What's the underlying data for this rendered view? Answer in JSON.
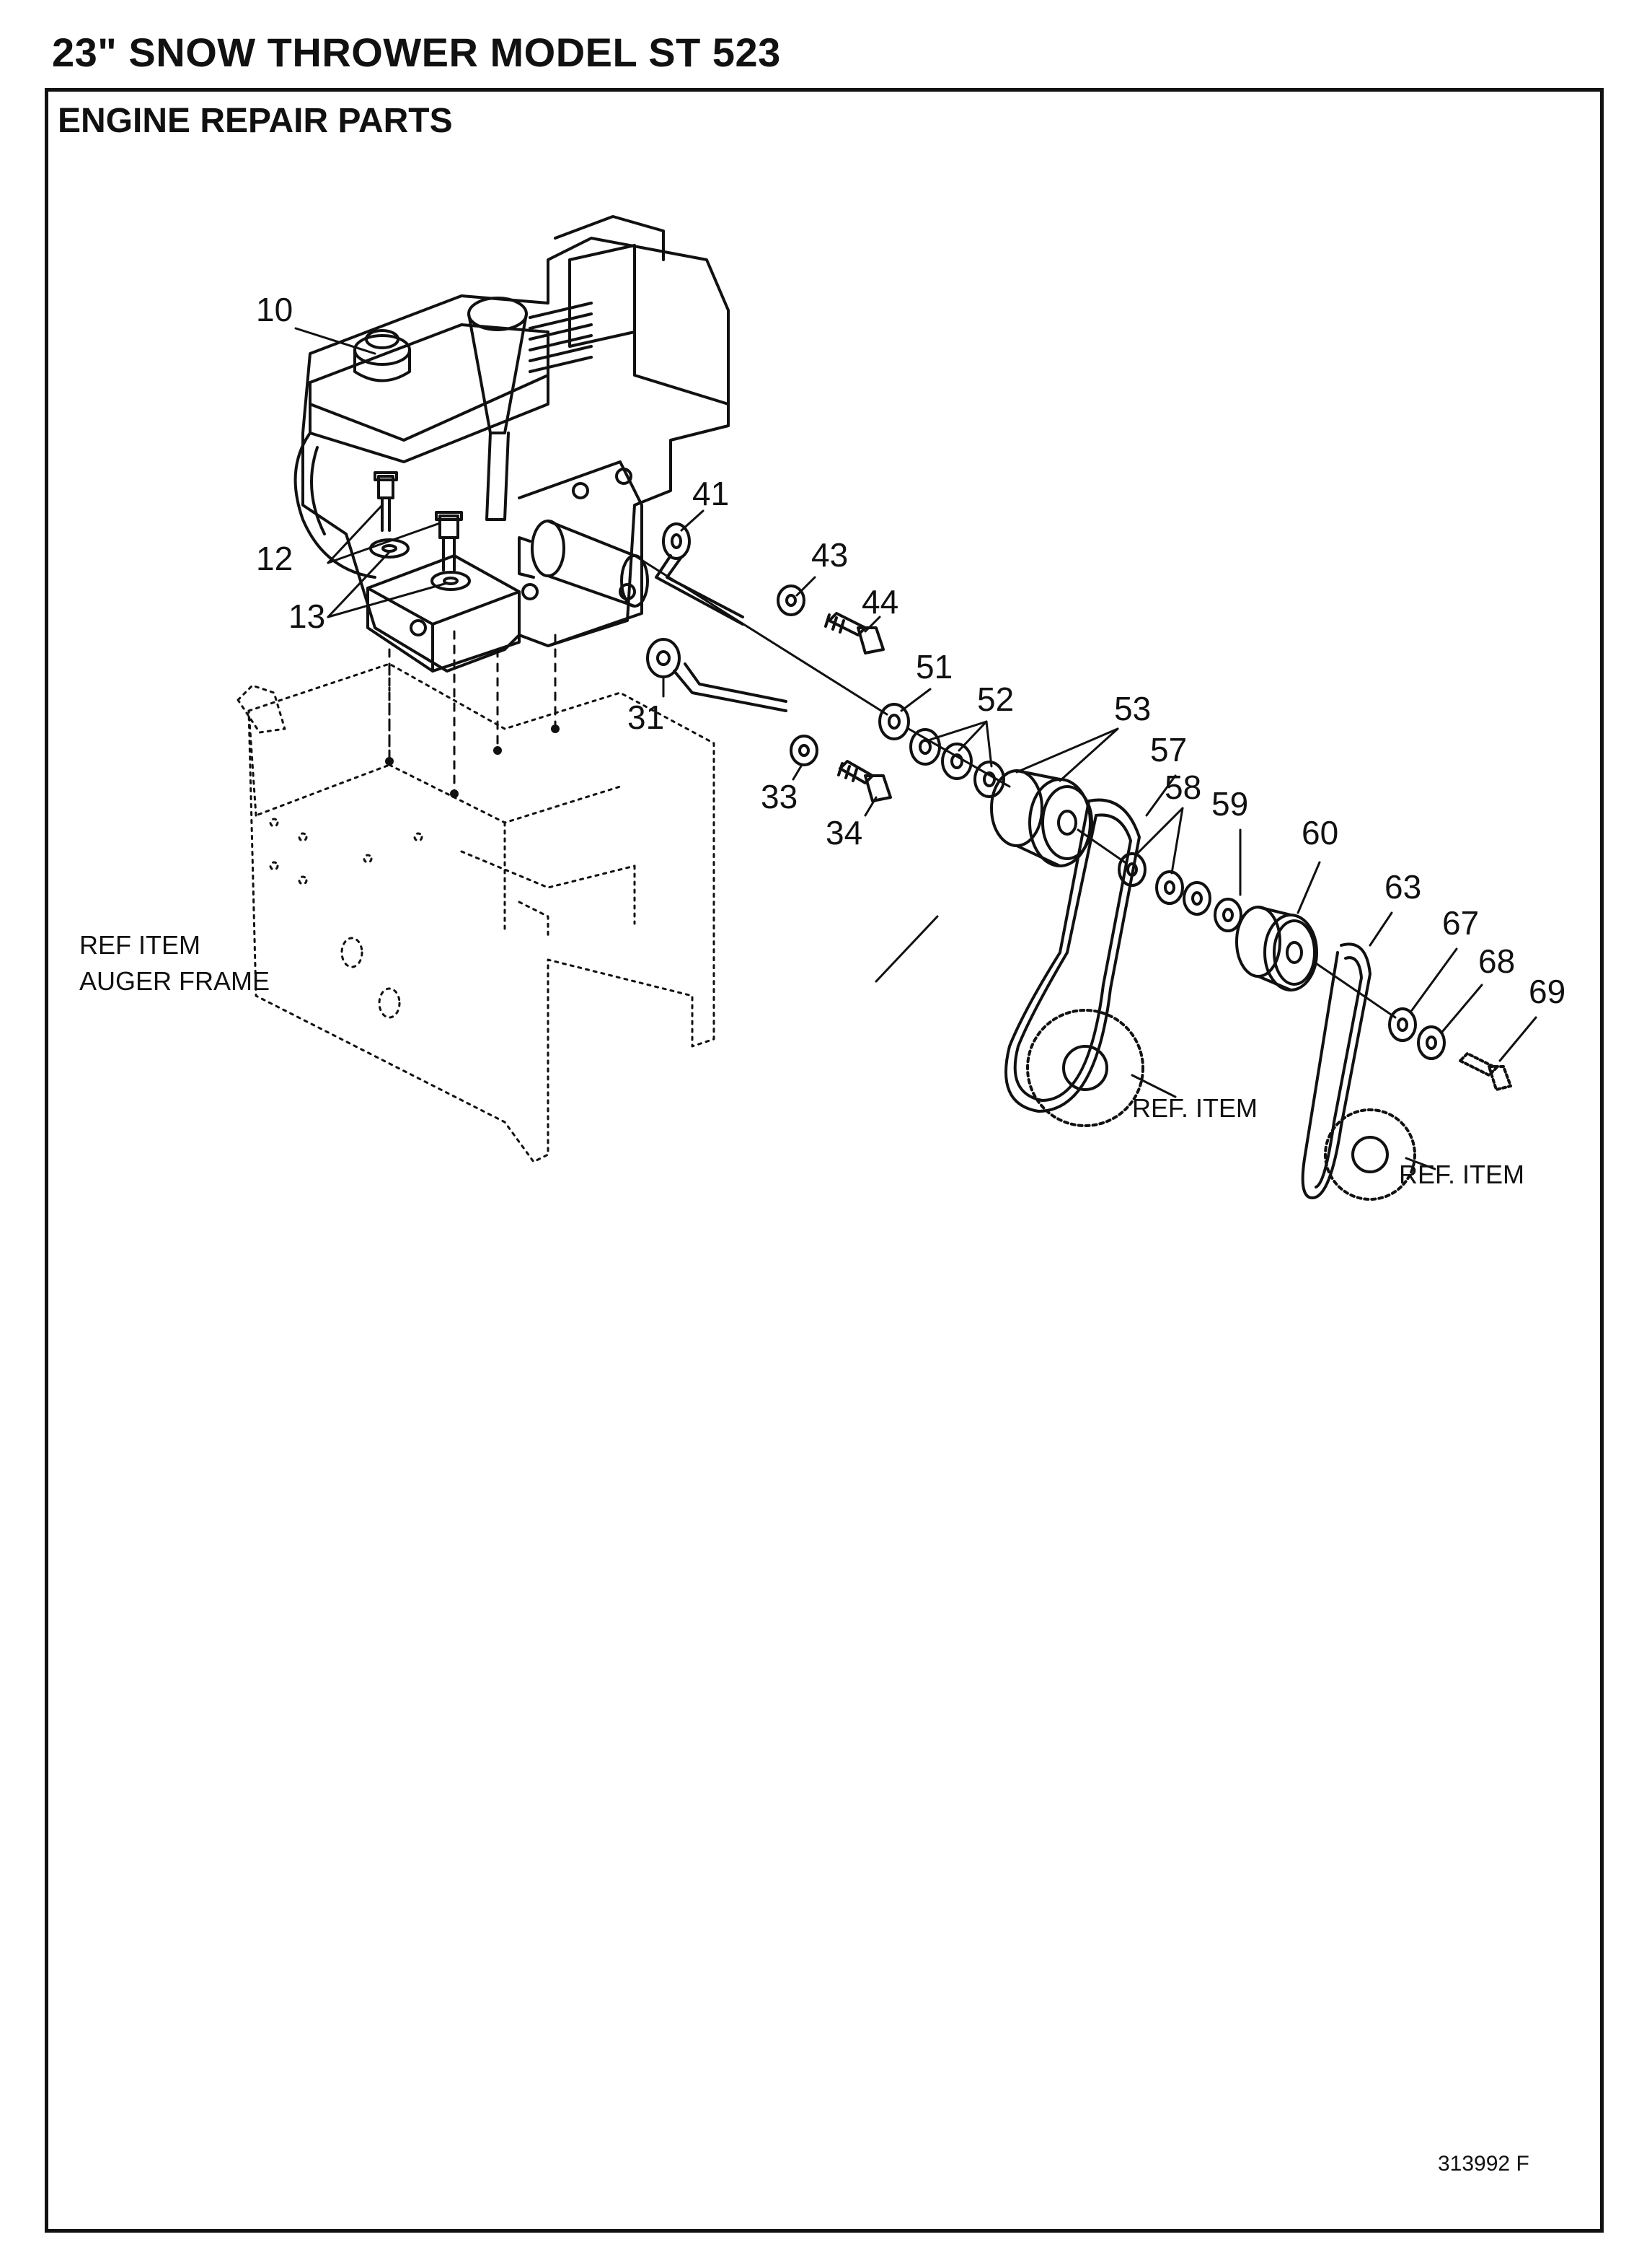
{
  "header": {
    "title": "23\" SNOW THROWER MODEL ST 523"
  },
  "section": {
    "title": "ENGINE  REPAIR PARTS"
  },
  "callouts": {
    "c10": "10",
    "c12": "12",
    "c13": "13",
    "c41": "41",
    "c43": "43",
    "c44": "44",
    "c31": "31",
    "c33": "33",
    "c34": "34",
    "c51": "51",
    "c52": "52",
    "c53": "53",
    "c57": "57",
    "c58": "58",
    "c59": "59",
    "c60": "60",
    "c63": "63",
    "c67": "67",
    "c68": "68",
    "c69": "69"
  },
  "reference_labels": {
    "auger_line1": "REF ITEM",
    "auger_line2": "AUGER FRAME",
    "ref_item_1": "REF. ITEM",
    "ref_item_2": "REF. ITEM"
  },
  "footer": {
    "doc_number": "313992 F"
  }
}
